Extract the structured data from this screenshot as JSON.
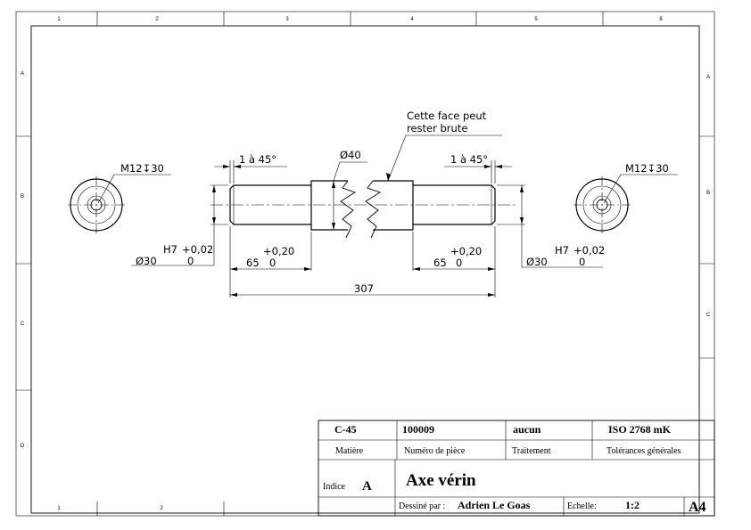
{
  "zones": {
    "top": [
      "1",
      "2",
      "3",
      "4",
      "5",
      "6"
    ],
    "bottom": [
      "1",
      "2"
    ],
    "left": [
      "A",
      "B",
      "C",
      "D"
    ],
    "right": [
      "A",
      "B",
      "C"
    ]
  },
  "drawing": {
    "note_line1": "Cette face peut",
    "note_line2": "rester brute",
    "chamfer_left": "1 à 45°",
    "chamfer_right": "1 à 45°",
    "dia_center": "Ø40",
    "thread_left": "M12↧30",
    "thread_right": "M12↧30",
    "dia_left": "Ø30",
    "fit_left_grade": "H7",
    "fit_left_upper": "+0,02",
    "fit_left_lower": "0",
    "len_left_value": "65",
    "len_left_upper": "+0,20",
    "len_left_lower": "0",
    "len_right_value": "65",
    "len_right_upper": "+0,20",
    "len_right_lower": "0",
    "dia_right": "Ø30",
    "fit_right_grade": "H7",
    "fit_right_upper": "+0,02",
    "fit_right_lower": "0",
    "total_length": "307"
  },
  "title_block": {
    "material_value": "C-45",
    "part_number_value": "100009",
    "treatment_value": "aucun",
    "tolerance_value": "ISO 2768 mK",
    "material_label": "Matière",
    "part_number_label": "Numéro de pièce",
    "treatment_label": "Traitement",
    "tolerance_label": "Tolérances générales",
    "index_label": "Indice",
    "index_value": "A",
    "title": "Axe vérin",
    "drawn_by_label": "Dessiné par :",
    "drawn_by_value": "Adrien Le Goas",
    "scale_label": "Echelle:",
    "scale_value": "1:2",
    "format": "A4"
  }
}
